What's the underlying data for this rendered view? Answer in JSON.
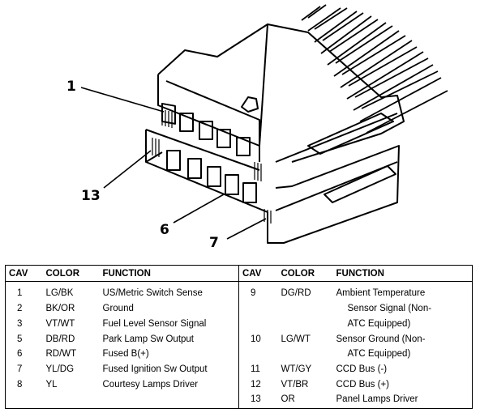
{
  "callouts": [
    {
      "id": "c1",
      "text": "1"
    },
    {
      "id": "c13",
      "text": "13"
    },
    {
      "id": "c6",
      "text": "6"
    },
    {
      "id": "c7",
      "text": "7"
    }
  ],
  "table": {
    "headers": [
      "CAV",
      "COLOR",
      "FUNCTION",
      "CAV",
      "COLOR",
      "FUNCTION"
    ],
    "left_rows": [
      {
        "cav": "1",
        "color": "LG/BK",
        "function": "US/Metric Switch Sense"
      },
      {
        "cav": "2",
        "color": "BK/OR",
        "function": "Ground"
      },
      {
        "cav": "3",
        "color": "VT/WT",
        "function": "Fuel Level Sensor Signal"
      },
      {
        "cav": "5",
        "color": "DB/RD",
        "function": "Park Lamp Sw Output"
      },
      {
        "cav": "6",
        "color": "RD/WT",
        "function": "Fused B(+)"
      },
      {
        "cav": "7",
        "color": "YL/DG",
        "function": "Fused Ignition Sw Output"
      },
      {
        "cav": "8",
        "color": "YL",
        "function": "Courtesy Lamps Driver"
      }
    ],
    "right_rows": [
      {
        "cav": "9",
        "color": "DG/RD",
        "function": "Ambient Temperature",
        "cont": [
          "Sensor Signal (Non-",
          "ATC Equipped)"
        ]
      },
      {
        "cav": "10",
        "color": "LG/WT",
        "function": "Sensor Ground (Non-",
        "cont": [
          "ATC Equipped)"
        ]
      },
      {
        "cav": "11",
        "color": "WT/GY",
        "function": "CCD Bus (-)",
        "cont": []
      },
      {
        "cav": "12",
        "color": "VT/BR",
        "function": "CCD Bus (+)",
        "cont": []
      },
      {
        "cav": "13",
        "color": "OR",
        "function": "Panel Lamps Driver",
        "cont": []
      }
    ]
  }
}
